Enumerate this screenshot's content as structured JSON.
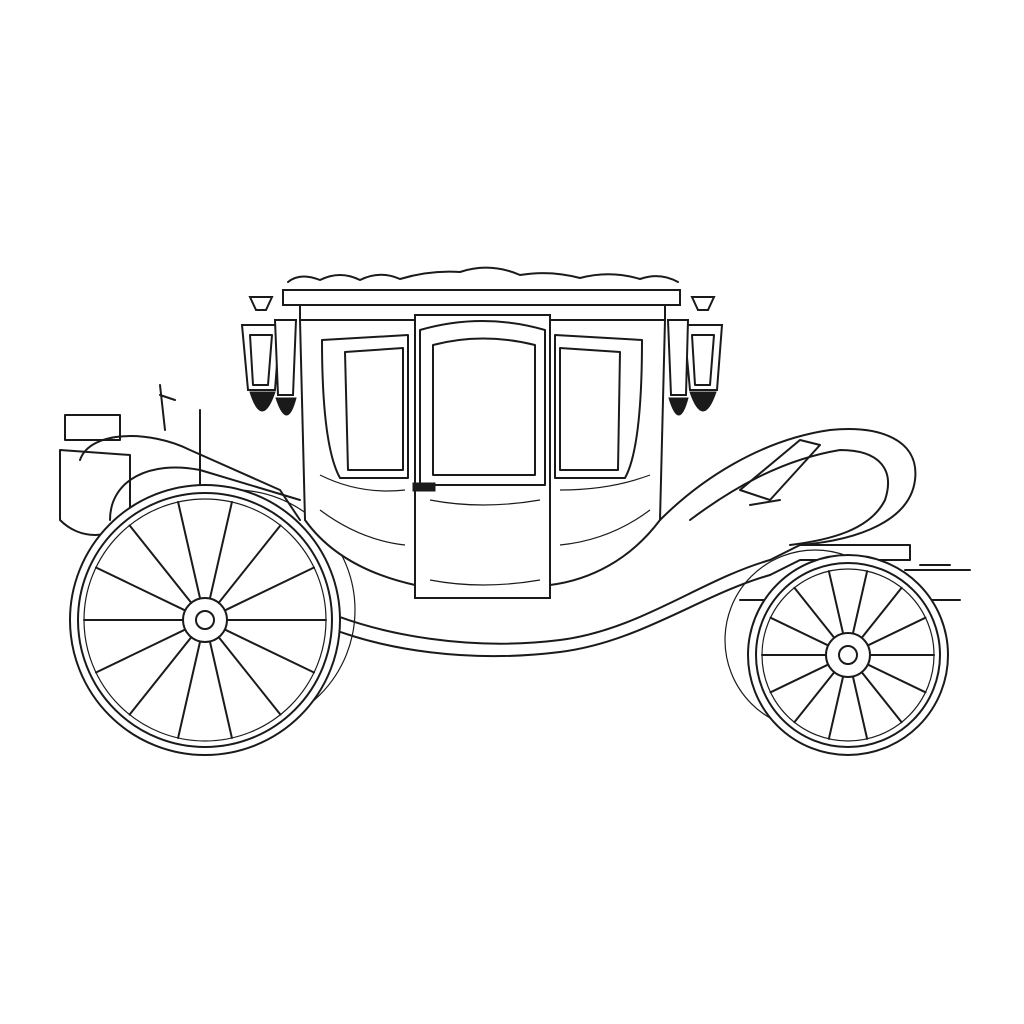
{
  "illustration": {
    "subject": "carriage",
    "line_color": "#1a1a1a",
    "background_color": "#ffffff",
    "rear_wheel_spokes": 14,
    "front_wheel_spokes": 14
  }
}
